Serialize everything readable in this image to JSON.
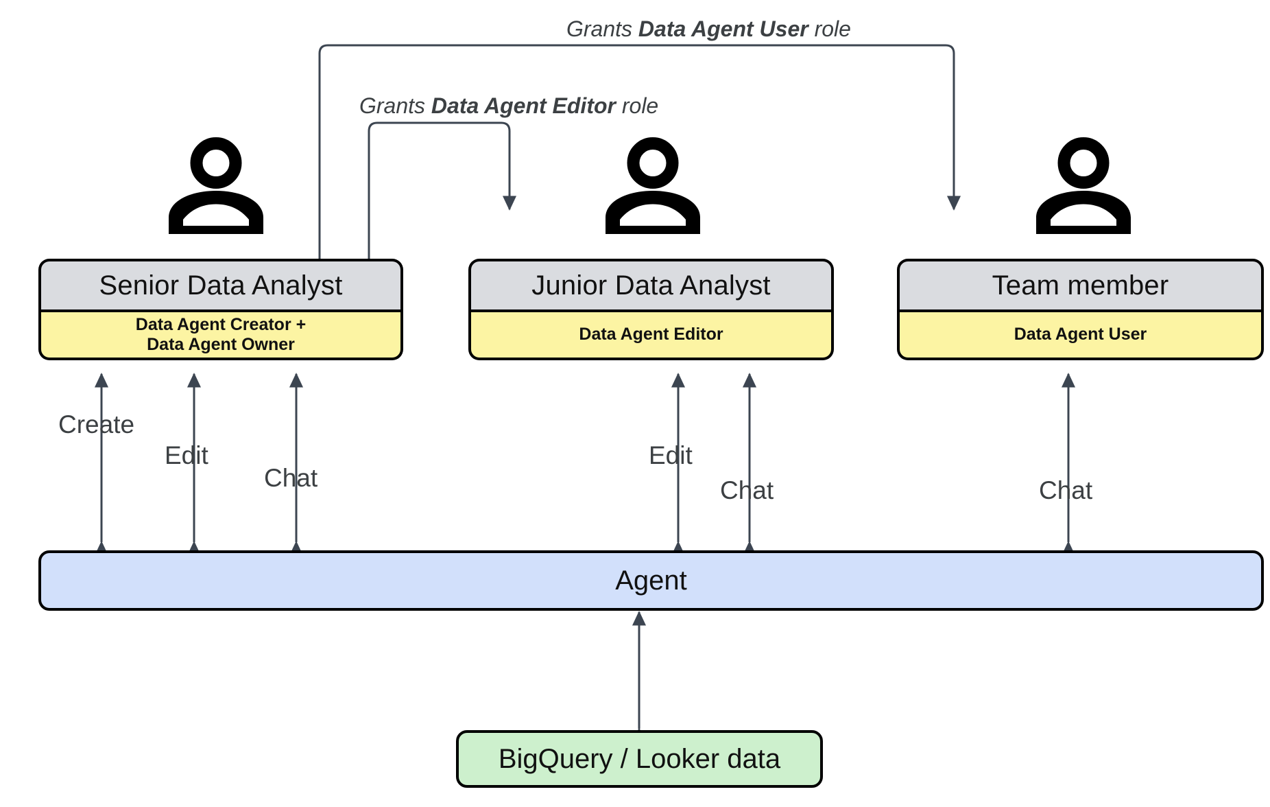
{
  "diagram": {
    "title": "Data Agent roles and permissions diagram",
    "colors": {
      "role_header_fill": "#dadce0",
      "permission_fill": "#fcf4a3",
      "agent_fill": "#d2e0fb",
      "data_fill": "#cdf0cd",
      "box_border": "#000000",
      "connector": "#3c4551",
      "label_text": "#3c4043",
      "background": "#ffffff"
    },
    "personas": [
      {
        "icon": "person-icon",
        "role": "Senior Data Analyst",
        "permission_line1": "Data Agent Creator +",
        "permission_line2": "Data Agent Owner",
        "actions": [
          "Create",
          "Edit",
          "Chat"
        ]
      },
      {
        "icon": "person-icon",
        "role": "Junior Data Analyst",
        "permission_line1": "Data Agent Editor",
        "permission_line2": "",
        "actions": [
          "Edit",
          "Chat"
        ]
      },
      {
        "icon": "person-icon",
        "role": "Team member",
        "permission_line1": "Data Agent User",
        "permission_line2": "",
        "actions": [
          "Chat"
        ]
      }
    ],
    "grants": [
      {
        "prefix": "Grants ",
        "role": "Data Agent User",
        "suffix": " role",
        "from": "Senior Data Analyst",
        "to": "Team member"
      },
      {
        "prefix": "Grants ",
        "role": "Data Agent Editor",
        "suffix": " role",
        "from": "Senior Data Analyst",
        "to": "Junior Data Analyst"
      }
    ],
    "agent": {
      "label": "Agent"
    },
    "datasource": {
      "label": "BigQuery / Looker data"
    },
    "action_labels": {
      "create": "Create",
      "edit_senior": "Edit",
      "chat_senior": "Chat",
      "edit_junior": "Edit",
      "chat_junior": "Chat",
      "chat_team": "Chat"
    }
  }
}
